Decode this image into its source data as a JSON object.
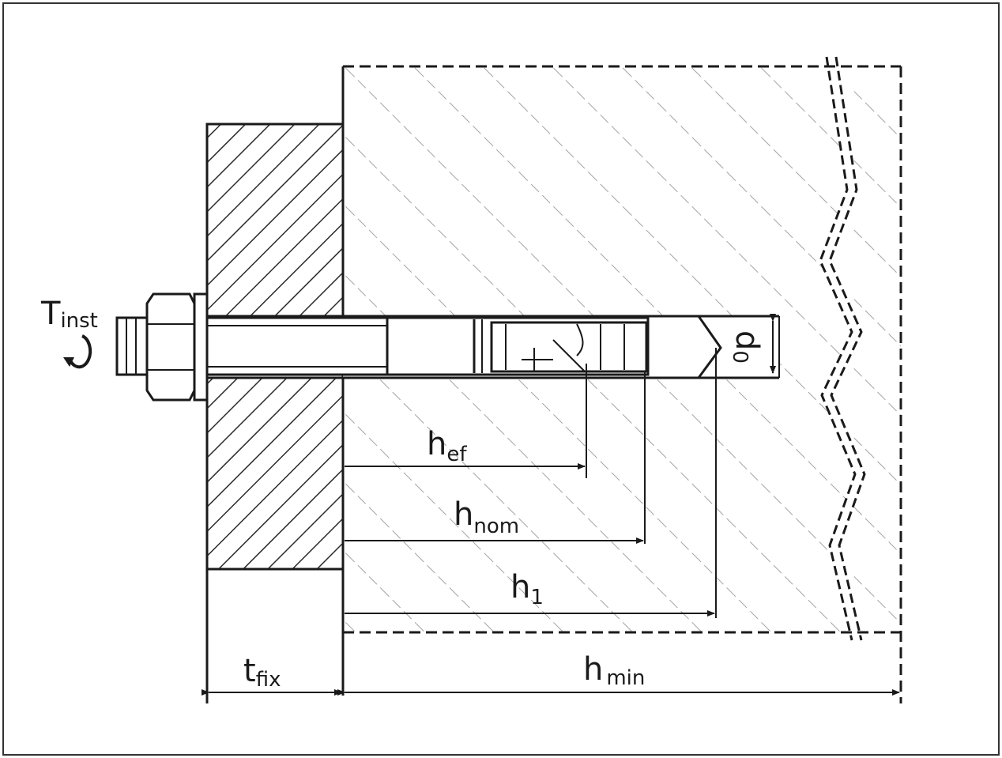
{
  "figure": {
    "subject": "anchor installation cross-section",
    "colors": {
      "outline": "#1a1a1a",
      "hatch_fixture": "#2a2a2a",
      "hatch_concrete": "#9a9a9a",
      "background": "#ffffff"
    }
  },
  "labels": {
    "t_inst": {
      "main": "T",
      "sub": "inst"
    },
    "h_ef": {
      "main": "h",
      "sub": "ef"
    },
    "h_nom": {
      "main": "h",
      "sub": "nom"
    },
    "h_1": {
      "main": "h",
      "sub": "1"
    },
    "t_fix": {
      "main": "t",
      "sub": "fix"
    },
    "h_min": {
      "main": "h",
      "sub": "min"
    },
    "d_0": {
      "main": "d",
      "sub": "0"
    }
  }
}
